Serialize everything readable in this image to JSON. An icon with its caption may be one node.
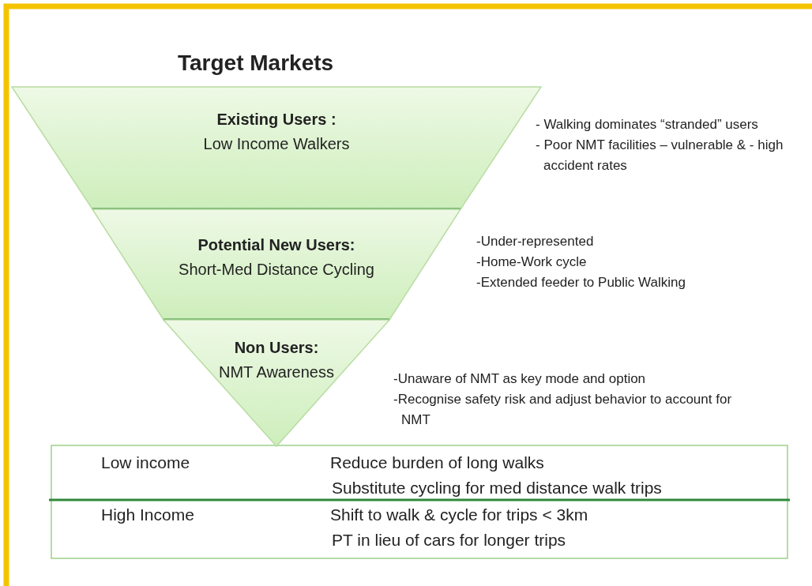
{
  "diagram": {
    "title": "Target Markets",
    "nodes": [
      {
        "text": [
          "Existing Users :",
          "Low Income Walkers"
        ],
        "beside": [
          "- Walking dominates “stranded” users",
          "- Poor NMT facilities – vulnerable & - high accident rates"
        ]
      },
      {
        "text": [
          "Potential New Users:",
          "Short-Med Distance Cycling"
        ],
        "beside": [
          "-Under-represented",
          "-Home-Work cycle",
          "-Extended feeder to Public Walking"
        ]
      },
      {
        "text": [
          "Non Users:",
          "NMT Awareness"
        ],
        "beside": [
          "-Unaware of NMT as key mode and option",
          "-Recognise safety risk and adjust behavior to account for NMT"
        ]
      }
    ],
    "labels": [
      "Low income",
      "Reduce burden of long walks",
      "Substitute cycling for med distance walk trips",
      "High Income",
      "Shift to walk & cycle for trips < 3km",
      "PT in lieu of cars for longer trips"
    ]
  }
}
